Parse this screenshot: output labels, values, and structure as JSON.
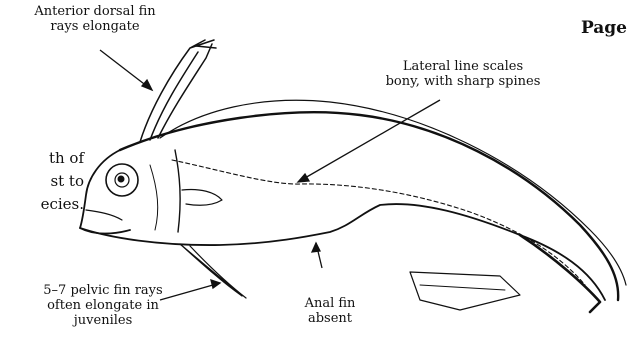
{
  "page_header": "Page",
  "body_text_lines": [
    "th of",
    "st to",
    "ecies."
  ],
  "labels": {
    "anterior_dorsal": "Anterior dorsal fin\nrays elongate",
    "lateral_line": "Lateral line scales\nbony, with sharp spines",
    "pelvic": "5–7 pelvic fin rays\noften elongate in\njuveniles",
    "anal": "Anal fin\nabsent"
  }
}
